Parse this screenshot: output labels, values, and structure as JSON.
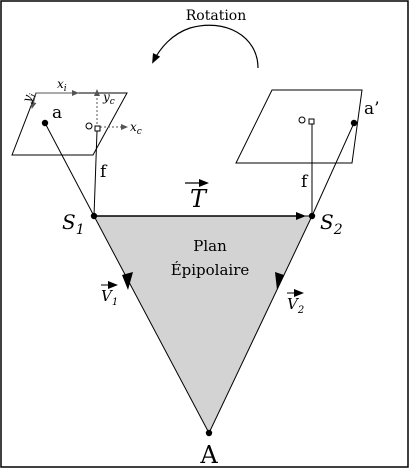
{
  "title": "Rotation",
  "points": {
    "a": "a",
    "a_prime": "a’",
    "A": "A",
    "S1": "S",
    "S1_sub": "1",
    "S2": "S",
    "S2_sub": "2"
  },
  "labels": {
    "f_left": "f",
    "f_right": "f",
    "T": "T",
    "plane_line1": "Plan",
    "plane_line2": "Épipolaire",
    "V1": "V",
    "V1_sub": "1",
    "V2": "V",
    "V2_sub": "2"
  },
  "axes": {
    "x_image": "x",
    "x_image_sub": "i",
    "y_image": "y",
    "y_image_sub": "i",
    "x_camera": "x",
    "x_camera_sub": "c",
    "y_camera": "y",
    "y_camera_sub": "c"
  },
  "colors": {
    "plane_fill": "#d3d3d3",
    "ink": "#000000",
    "frame_ink": "#555555"
  }
}
